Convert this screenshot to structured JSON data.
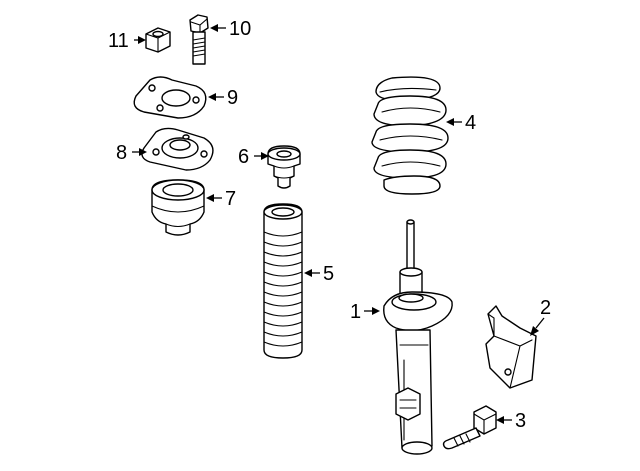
{
  "diagram": {
    "callouts": [
      {
        "id": "p1",
        "number": "1"
      },
      {
        "id": "p2",
        "number": "2"
      },
      {
        "id": "p3",
        "number": "3"
      },
      {
        "id": "p4",
        "number": "4"
      },
      {
        "id": "p5",
        "number": "5"
      },
      {
        "id": "p6",
        "number": "6"
      },
      {
        "id": "p7",
        "number": "7"
      },
      {
        "id": "p8",
        "number": "8"
      },
      {
        "id": "p9",
        "number": "9"
      },
      {
        "id": "p10",
        "number": "10"
      },
      {
        "id": "p11",
        "number": "11"
      }
    ]
  }
}
